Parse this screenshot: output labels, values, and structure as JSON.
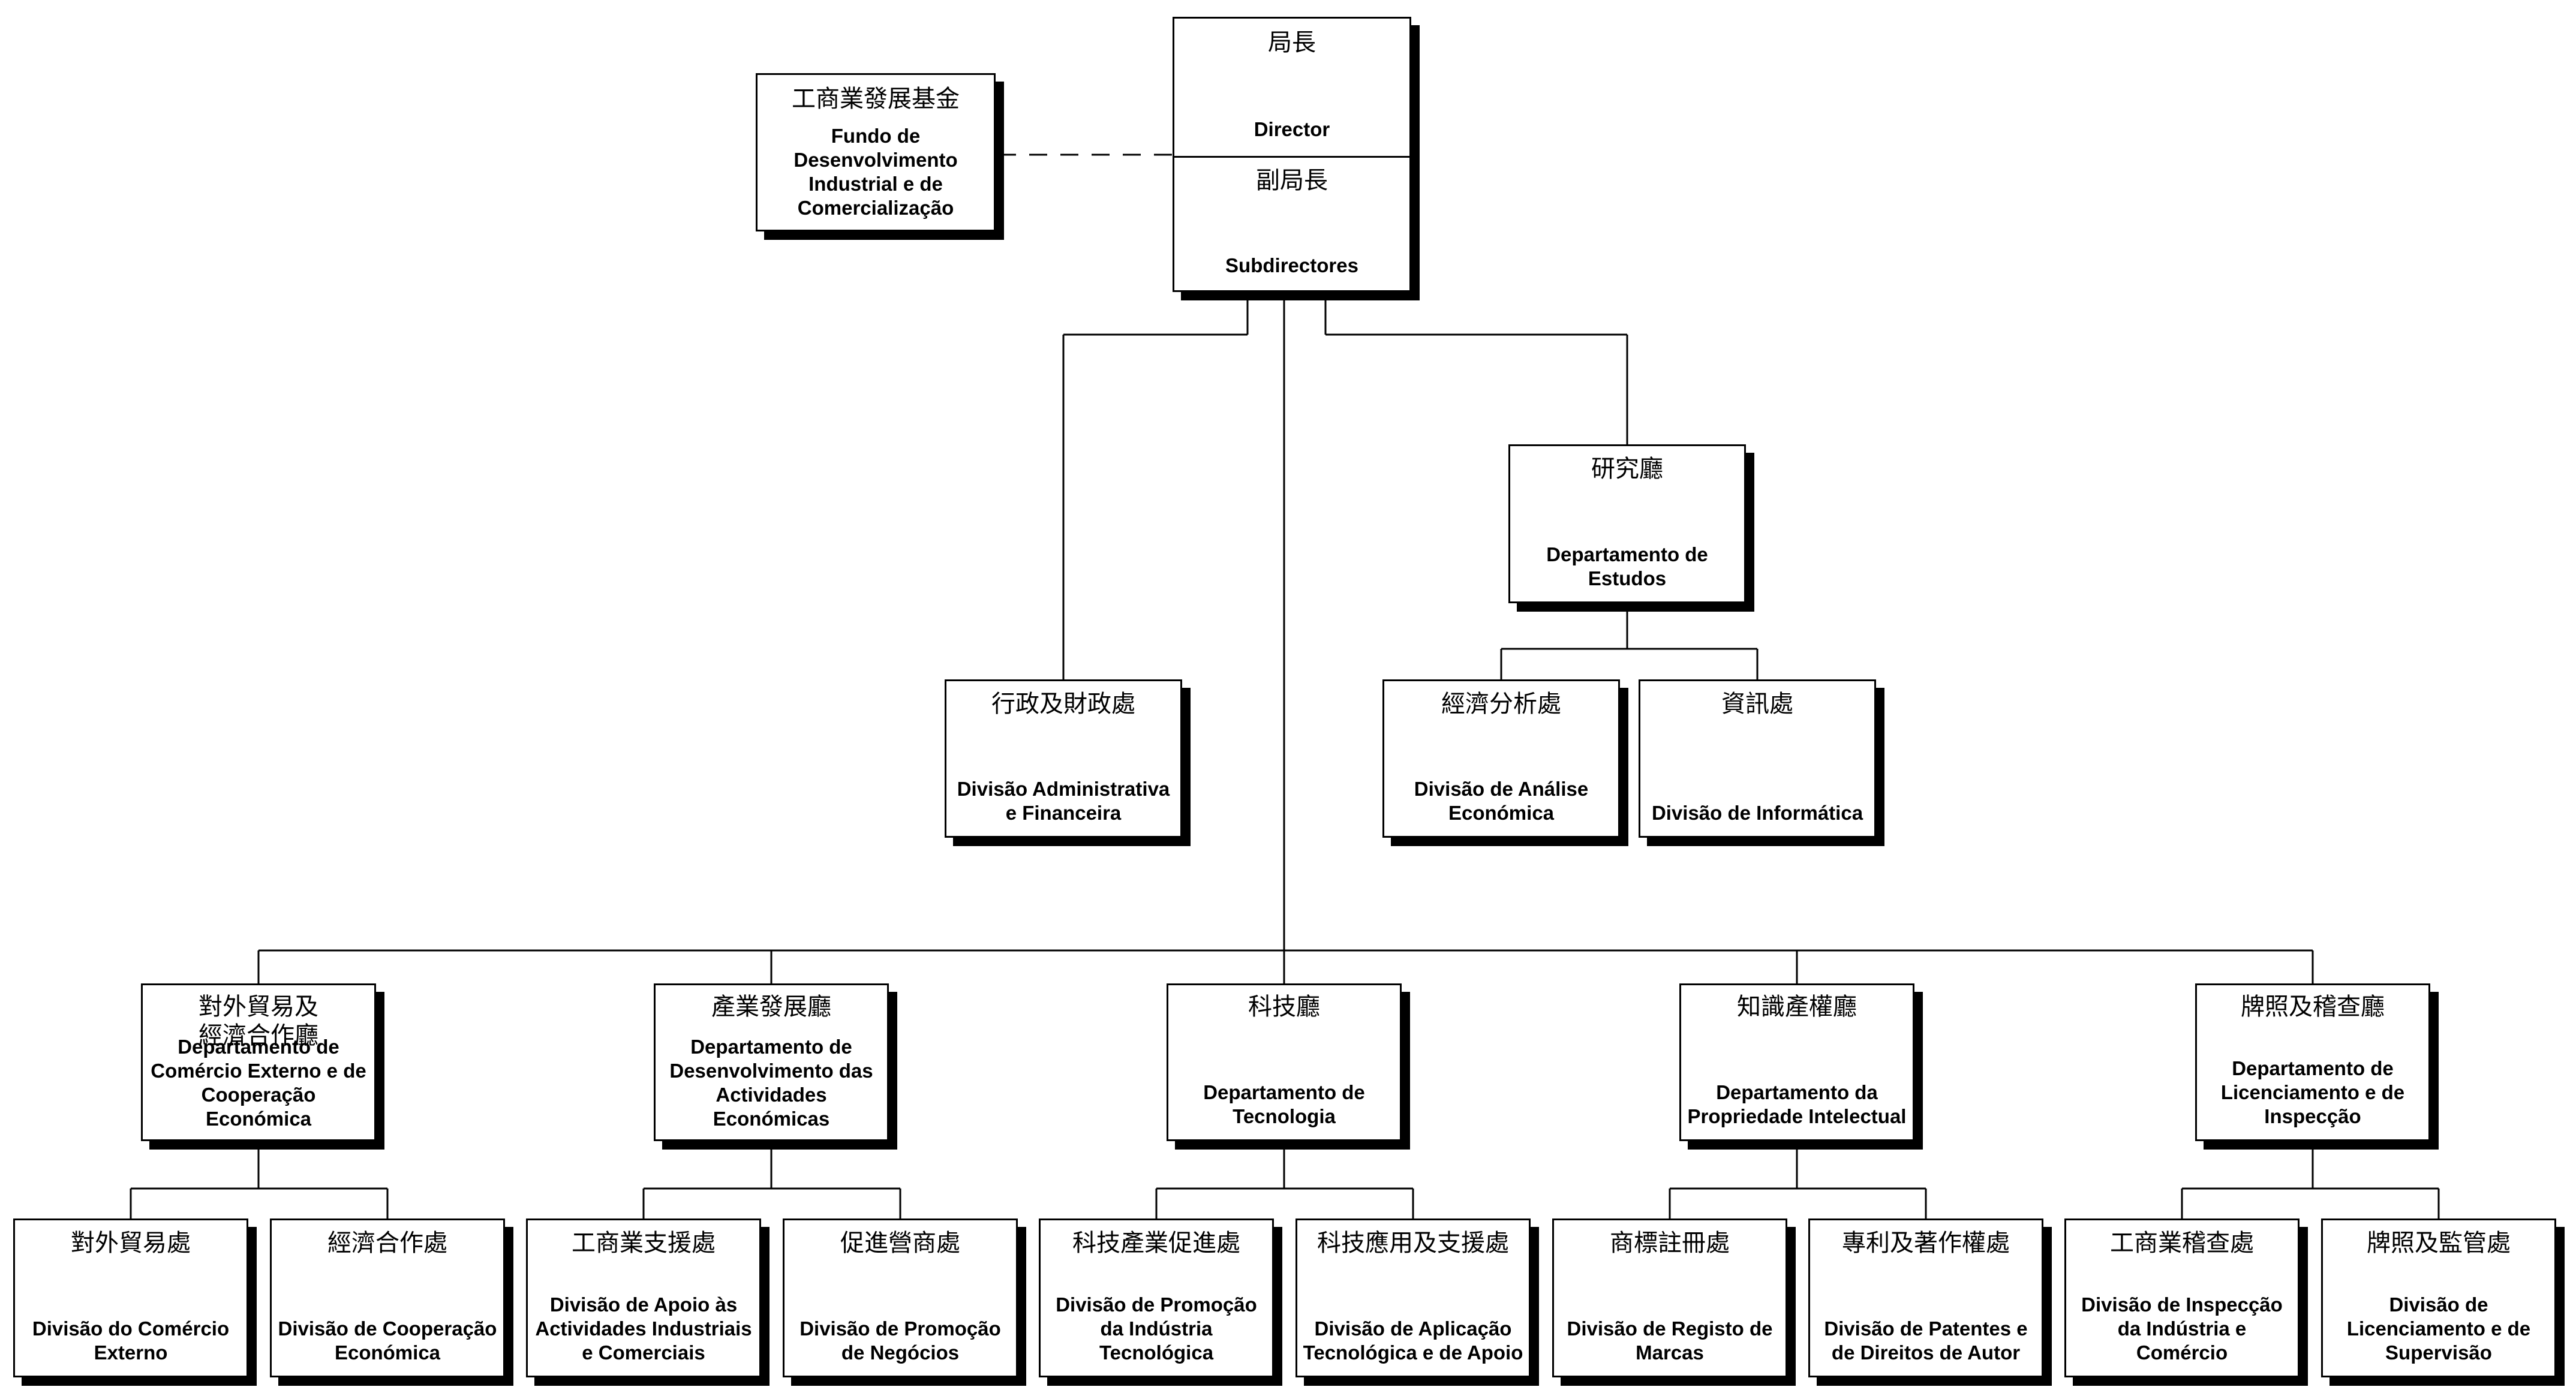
{
  "director": {
    "zh": "局長",
    "pt": "Director"
  },
  "subdirectors": {
    "zh": "副局長",
    "pt": "Subdirectores"
  },
  "fund": {
    "zh": "工商業發展基金",
    "pt": "Fundo de Desenvolvimento Industrial e de Comercialização"
  },
  "estudos": {
    "zh": "研究廳",
    "pt": "Departamento de Estudos"
  },
  "admin": {
    "zh": "行政及財政處",
    "pt": "Divisão Administrativa e Financeira"
  },
  "analise": {
    "zh": "經濟分析處",
    "pt": "Divisão de Análise Económica"
  },
  "informatica": {
    "zh": "資訊處",
    "pt": "Divisão de Informática"
  },
  "departments": [
    {
      "zh": "對外貿易及\n經濟合作廳",
      "pt": "Departamento de Comércio Externo e de Cooperação Económica",
      "divisions": [
        {
          "zh": "對外貿易處",
          "pt": "Divisão do Comércio Externo"
        },
        {
          "zh": "經濟合作處",
          "pt": "Divisão de Cooperação Económica"
        }
      ]
    },
    {
      "zh": "產業發展廳",
      "pt": "Departamento de Desenvolvimento das Actividades Económicas",
      "divisions": [
        {
          "zh": "工商業支援處",
          "pt": "Divisão de Apoio às Actividades Industriais e Comerciais"
        },
        {
          "zh": "促進營商處",
          "pt": "Divisão de Promoção de Negócios"
        }
      ]
    },
    {
      "zh": "科技廳",
      "pt": "Departamento de Tecnologia",
      "divisions": [
        {
          "zh": "科技產業促進處",
          "pt": "Divisão de Promoção da Indústria Tecnológica"
        },
        {
          "zh": "科技應用及支援處",
          "pt": "Divisão de Aplicação Tecnológica e de Apoio"
        }
      ]
    },
    {
      "zh": "知識產權廳",
      "pt": "Departamento da Propriedade Intelectual",
      "divisions": [
        {
          "zh": "商標註冊處",
          "pt": "Divisão de Registo de Marcas"
        },
        {
          "zh": "專利及著作權處",
          "pt": "Divisão de Patentes e de Direitos de Autor"
        }
      ]
    },
    {
      "zh": "牌照及稽查廳",
      "pt": "Departamento de Licenciamento e de Inspecção",
      "divisions": [
        {
          "zh": "工商業稽查處",
          "pt": "Divisão de Inspecção da Indústria e Comércio"
        },
        {
          "zh": "牌照及監管處",
          "pt": "Divisão de Licenciamento e de Supervisão"
        }
      ]
    }
  ]
}
